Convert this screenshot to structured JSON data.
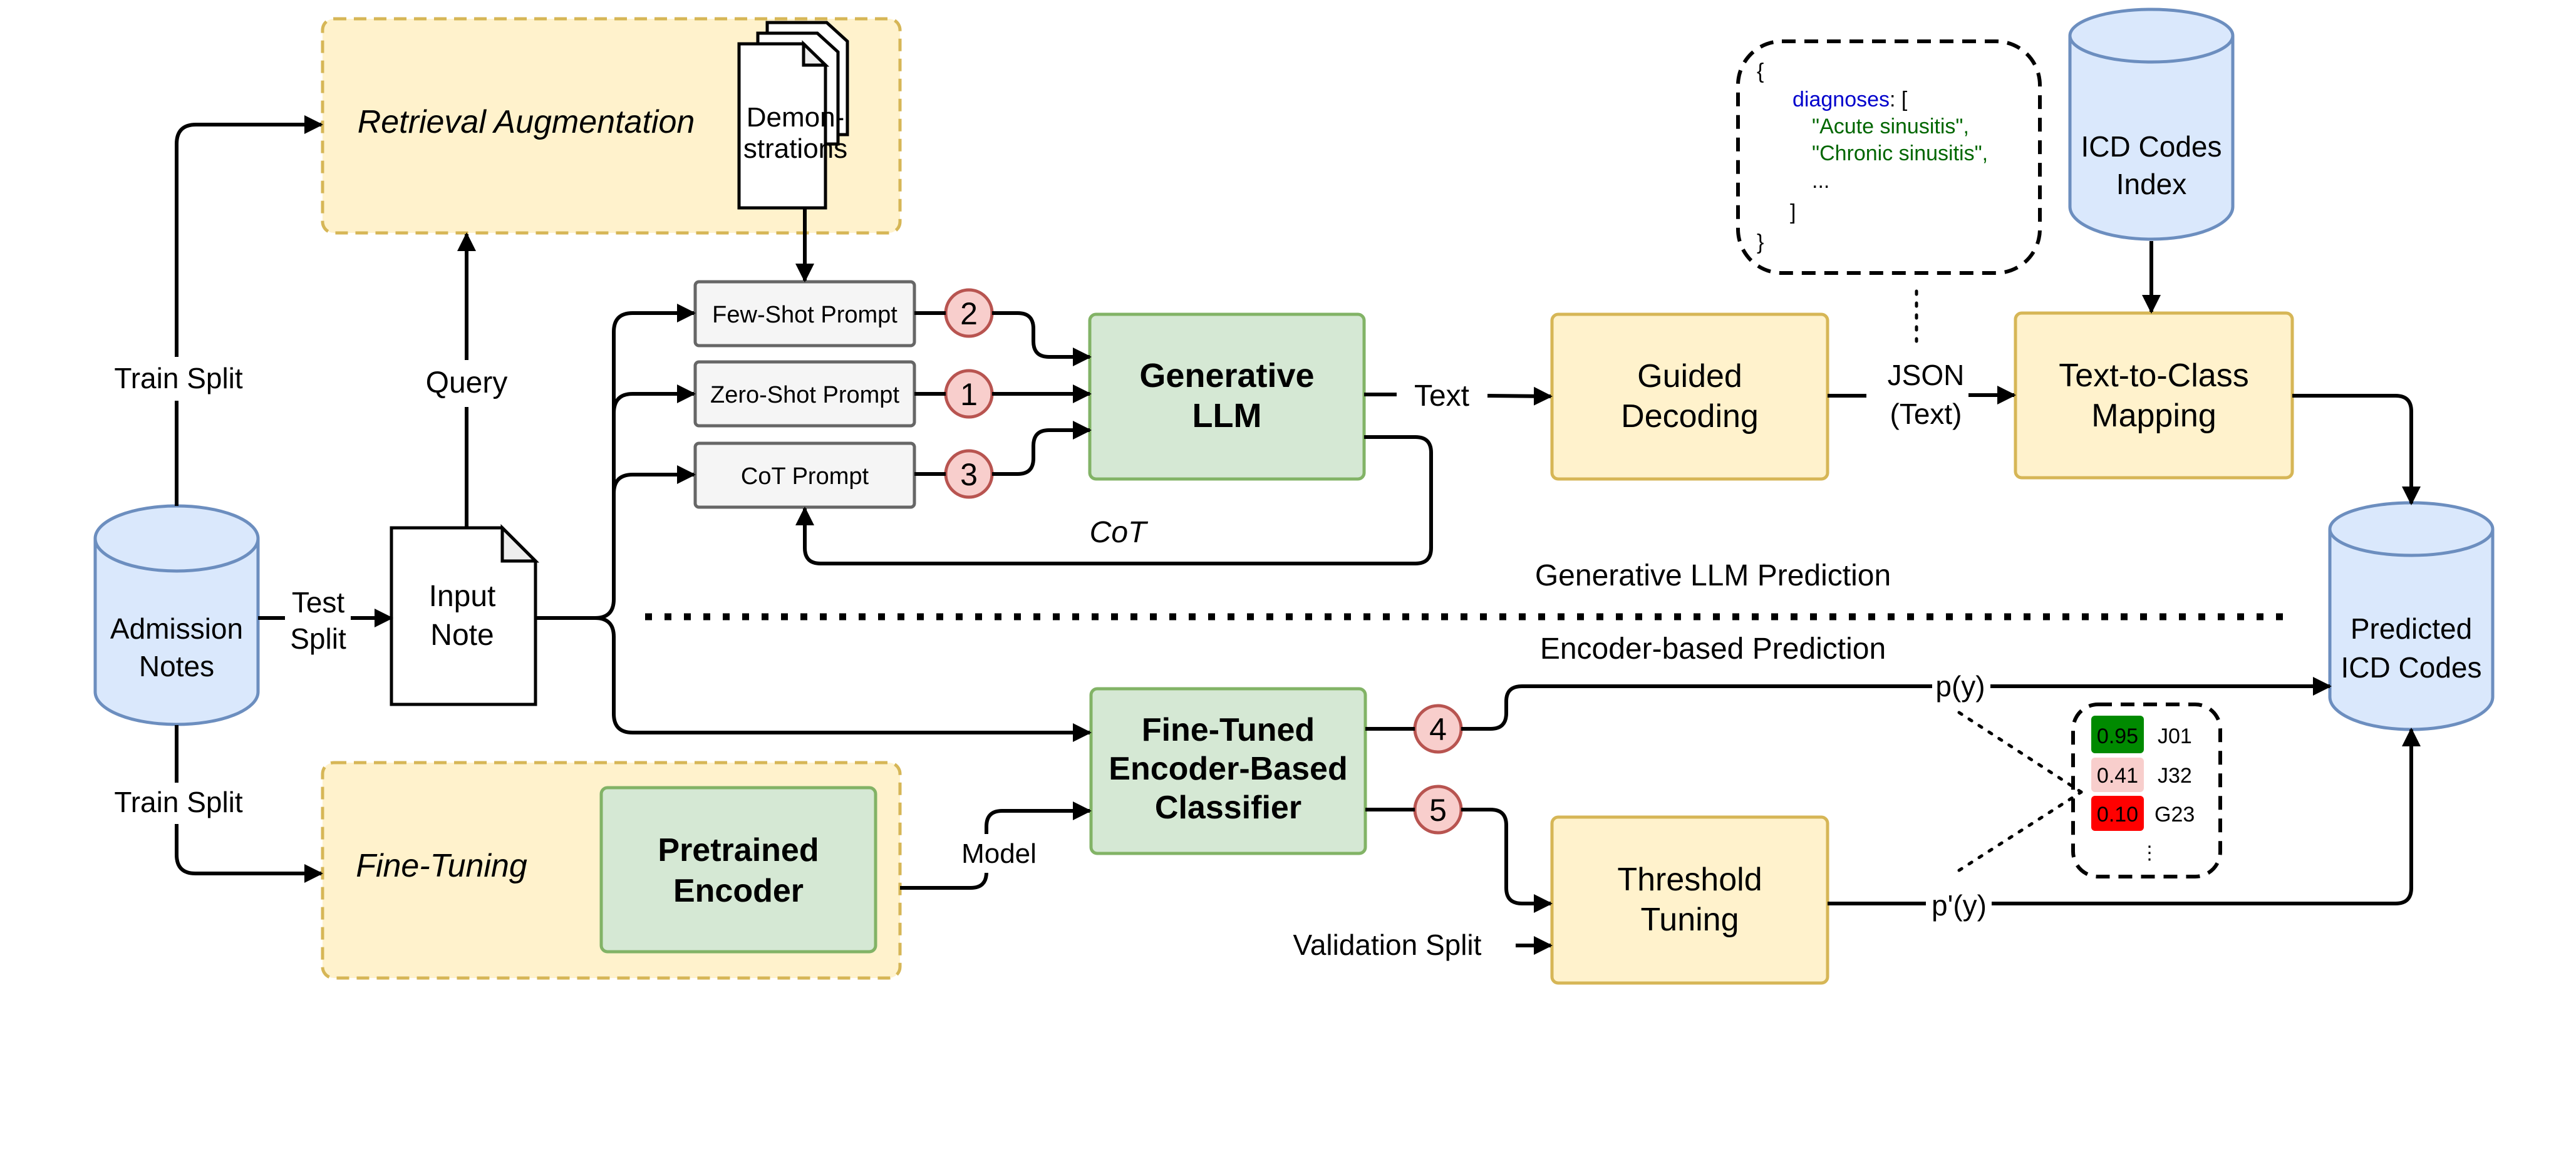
{
  "diagram": {
    "retrieval_augmentation": {
      "label": "Retrieval Augmentation",
      "demonstrations": [
        "Demon-",
        "strations"
      ]
    },
    "fine_tuning": {
      "label": "Fine-Tuning",
      "pretrained_encoder": [
        "Pretrained",
        "Encoder"
      ]
    },
    "admission_notes": [
      "Admission",
      "Notes"
    ],
    "input_note": [
      "Input",
      "Note"
    ],
    "prompts": {
      "few_shot": "Few-Shot Prompt",
      "zero_shot": "Zero-Shot Prompt",
      "cot": "CoT Prompt"
    },
    "badges": {
      "zero_shot": "1",
      "few_shot": "2",
      "cot": "3",
      "encoder_raw": "4",
      "encoder_tuned": "5"
    },
    "generative_llm": [
      "Generative",
      "LLM"
    ],
    "guided_decoding": [
      "Guided",
      "Decoding"
    ],
    "text_to_class": [
      "Text-to-Class",
      "Mapping"
    ],
    "icd_index": [
      "ICD Codes",
      "Index"
    ],
    "predicted_codes": [
      "Predicted",
      "ICD Codes"
    ],
    "classifier": [
      "Fine-Tuned",
      "Encoder-Based",
      "Classifier"
    ],
    "threshold_tuning": [
      "Threshold",
      "Tuning"
    ],
    "json_example": {
      "open": "{",
      "key": "diagnoses",
      "after_key": ": [",
      "items": [
        "\"Acute sinusitis\",",
        "\"Chronic sinusitis\","
      ],
      "ellipsis": "...",
      "close_list": "]",
      "close": "}"
    },
    "probabilities": [
      {
        "score": "0.95",
        "code": "J01",
        "color": "#008a00"
      },
      {
        "score": "0.41",
        "code": "J32",
        "color": "#f8cecc"
      },
      {
        "score": "0.10",
        "code": "G23",
        "color": "#ff0000"
      }
    ],
    "prob_ellipsis": "⋮",
    "edge_labels": {
      "train_split_top": "Train Split",
      "train_split_bottom": "Train Split",
      "query": "Query",
      "test_split": [
        "Test",
        "Split"
      ],
      "text": "Text",
      "json_text": [
        "JSON",
        "(Text)"
      ],
      "cot": "CoT",
      "model": "Model",
      "validation_split": "Validation Split",
      "py": "p(y)",
      "ppy": "p'(y)"
    },
    "section_labels": {
      "generative": "Generative LLM Prediction",
      "encoder": "Encoder-based Prediction"
    },
    "colors": {
      "yellow_fill": "#fff2cc",
      "yellow_stroke": "#d6b656",
      "green_fill": "#d5e8d4",
      "green_stroke": "#82b366",
      "blue_fill": "#dae8fc",
      "blue_stroke": "#6c8ebf",
      "badge_fill": "#f8cecc",
      "badge_stroke": "#b85450",
      "json_key": "#0000cc",
      "json_string": "#006600"
    }
  }
}
